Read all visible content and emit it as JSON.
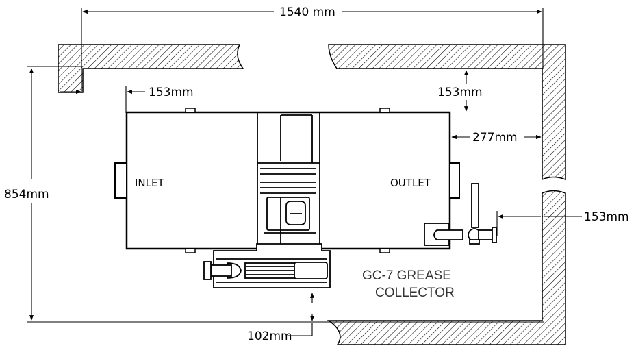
{
  "dimensions": {
    "overall_width": "1540 mm",
    "overall_height": "854mm",
    "left_clearance": "153mm",
    "top_clearance": "153mm",
    "right_clearance": "277mm",
    "valve_clearance": "153mm",
    "bottom_clearance": "102mm"
  },
  "unit_labels": {
    "inlet": "INLET",
    "outlet": "OUTLET"
  },
  "caption": {
    "line1": "GC-7 GREASE",
    "line2": "COLLECTOR"
  }
}
